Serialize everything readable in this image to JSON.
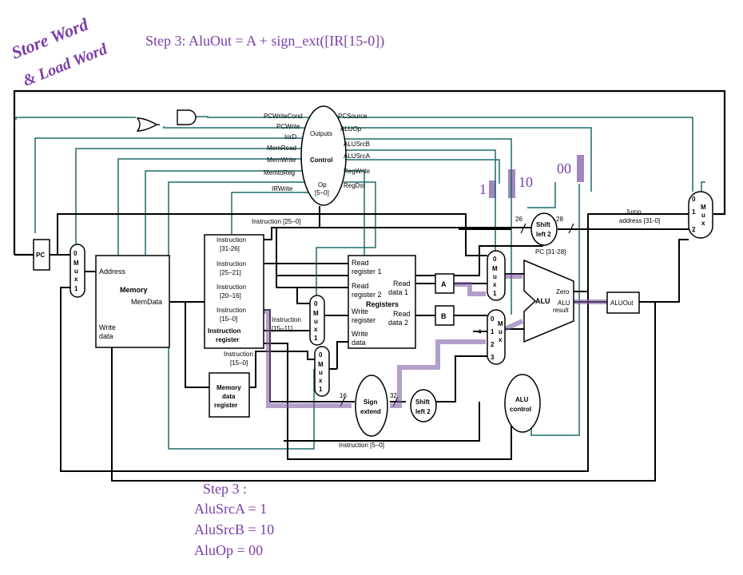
{
  "header": {
    "corner_line1": "Store Word",
    "corner_line2": "& Load Word",
    "step_title": "Step 3: AluOut = A + sign_ext([IR[15-0])"
  },
  "annotations": {
    "alusrca_value": "1",
    "alusrcb_value": "10",
    "aluop_value": "00"
  },
  "summary": {
    "heading": "Step 3 :",
    "line1": "AluSrcA = 1",
    "line2": "AluSrcB = 10",
    "line3": "AluOp = 00"
  },
  "control": {
    "title": "Control",
    "outputs": "Outputs",
    "op": "Op",
    "op_bits": "[5–0]",
    "signals_left": [
      "PCWriteCond",
      "PCWrite",
      "IorD",
      "MemRead",
      "MemWrite",
      "MemtoReg",
      "IRWrite"
    ],
    "signals_right": [
      "PCSource",
      "ALUOp",
      "ALUSrcB",
      "ALUSrcA",
      "RegWrite",
      "RegDst"
    ]
  },
  "blocks": {
    "pc": "PC",
    "memory": "Memory",
    "mem_address": "Address",
    "mem_data": "MemData",
    "mem_write": "Write",
    "mem_write2": "data",
    "ir": "Instruction",
    "ir2": "register",
    "ir_f1": "Instruction",
    "ir_f1b": "[31-26]",
    "ir_f2": "Instruction",
    "ir_f2b": "[25–21]",
    "ir_f3": "Instruction",
    "ir_f3b": "[20–16]",
    "ir_f4": "Instruction",
    "ir_f4b": "[15–0]",
    "mdr1": "Memory",
    "mdr2": "data",
    "mdr3": "register",
    "registers": "Registers",
    "rr1": "Read",
    "rr1b": "register 1",
    "rr2": "Read",
    "rr2b": "register 2",
    "wr": "Write",
    "wrb": "register",
    "wd": "Write",
    "wdb": "data",
    "rd1": "Read",
    "rd1b": "data 1",
    "rd2": "Read",
    "rd2b": "data 2",
    "a": "A",
    "b": "B",
    "alu": "ALU",
    "zero": "Zero",
    "alu_result": "ALU",
    "alu_result2": "result",
    "aluout": "ALUOut",
    "alu_control": "ALU",
    "alu_control2": "control",
    "sign_extend": "Sign",
    "sign_extend2": "extend",
    "shift_left2a": "Shift",
    "shift_left2b": "left 2",
    "shift_top_a": "Shift",
    "shift_top_b": "left 2",
    "mux": "M",
    "mux2": "u",
    "mux3": "x"
  },
  "wires": {
    "instr_25_0": "Instruction [25–0]",
    "instr_15_11": "Instruction",
    "instr_15_11b": "[15–11]",
    "instr_15_0": "Instruction",
    "instr_15_0b": "[15–0]",
    "instr_5_0": "Instruction [5–0]",
    "pc_31_28": "PC [31-28]",
    "jump1": "Jump",
    "jump2": "address [31-0]",
    "w26": "26",
    "w28": "28",
    "w16": "16",
    "w32": "32",
    "w4": "4",
    "m0": "0",
    "m1": "1",
    "m2": "2",
    "m3": "3"
  },
  "colors": {
    "highlight": "#8060a8",
    "control_wire": "#1f6b6b",
    "datapath": "#000000",
    "accent_text": "#7a3ea8"
  }
}
